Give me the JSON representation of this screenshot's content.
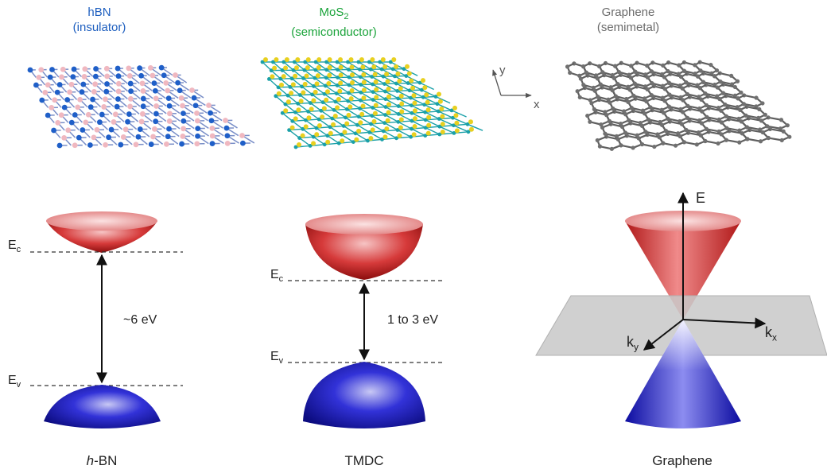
{
  "materials": [
    {
      "name": "hBN",
      "type": "(insulator)",
      "color": "#1e5fbf"
    },
    {
      "name": "MoS",
      "sub": "2",
      "type": "(semiconductor)",
      "color": "#1aa33a"
    },
    {
      "name": "Graphene",
      "type": "(semimetal)",
      "color": "#6b6b6b"
    }
  ],
  "axes_small": {
    "x": "x",
    "y": "y"
  },
  "bands": {
    "hbn": {
      "ec": "E",
      "ec_sub": "c",
      "ev": "E",
      "ev_sub": "v",
      "gap": "~6 eV",
      "caption_italic": "h",
      "caption_rest": "-BN"
    },
    "tmdc": {
      "ec": "E",
      "ec_sub": "c",
      "ev": "E",
      "ev_sub": "v",
      "gap": "1 to 3 eV",
      "caption": "TMDC"
    },
    "graphene": {
      "e": "E",
      "kx": "k",
      "kx_sub": "x",
      "ky": "k",
      "ky_sub": "y",
      "caption": "Graphene"
    }
  },
  "colors": {
    "conduction": "#d0262a",
    "valence": "#1c1cc8",
    "plane": "#c8c8c8",
    "hbn_b": "#1f5fc8",
    "hbn_n": "#f0b8c0",
    "mo": "#1aa0a8",
    "s": "#e8d020",
    "graphene": "#707070"
  }
}
